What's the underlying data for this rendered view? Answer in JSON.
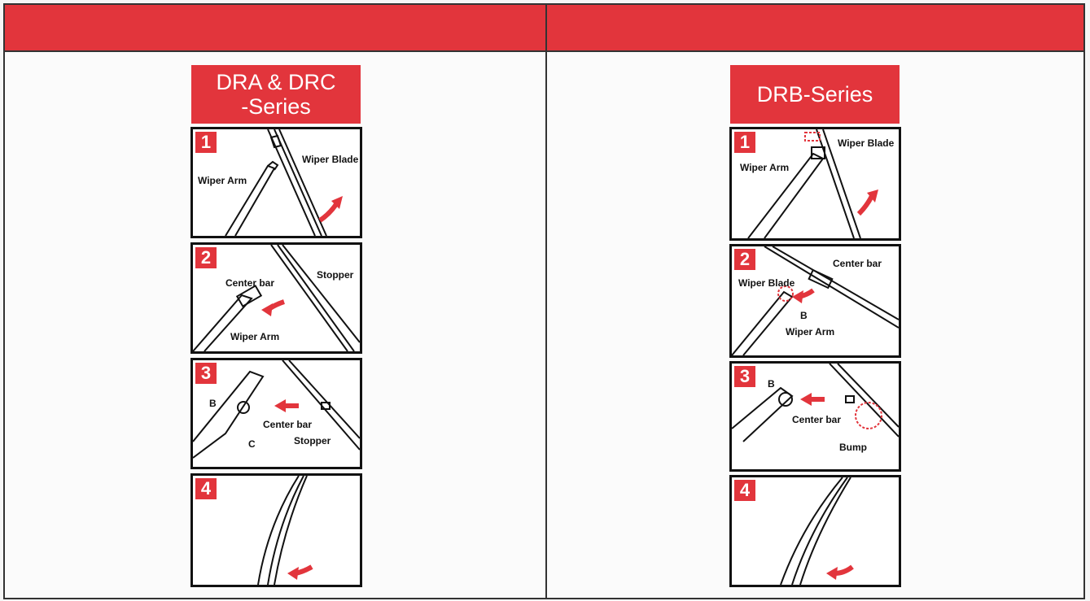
{
  "colors": {
    "accent": "#e2353c",
    "line": "#111111",
    "panel": "#ffffff"
  },
  "left": {
    "series_title_line1": "DRA & DRC",
    "series_title_line2": "-Series",
    "steps": [
      {
        "number": "1",
        "labels": {
          "a": "Wiper Arm",
          "b": "Wiper Blade"
        }
      },
      {
        "number": "2",
        "labels": {
          "a": "Center bar",
          "b": "Stopper",
          "c": "Wiper Arm"
        }
      },
      {
        "number": "3",
        "labels": {
          "a": "B",
          "b": "C",
          "c": "Center bar",
          "d": "Stopper"
        }
      },
      {
        "number": "4",
        "labels": {}
      }
    ]
  },
  "right": {
    "series_title": "DRB-Series",
    "steps": [
      {
        "number": "1",
        "labels": {
          "a": "Wiper Blade",
          "b": "Wiper Arm"
        }
      },
      {
        "number": "2",
        "labels": {
          "a": "Center bar",
          "b": "Wiper Blade",
          "c": "B",
          "d": "Wiper Arm"
        }
      },
      {
        "number": "3",
        "labels": {
          "a": "B",
          "b": "Center bar",
          "c": "Bump"
        }
      },
      {
        "number": "4",
        "labels": {}
      }
    ]
  }
}
